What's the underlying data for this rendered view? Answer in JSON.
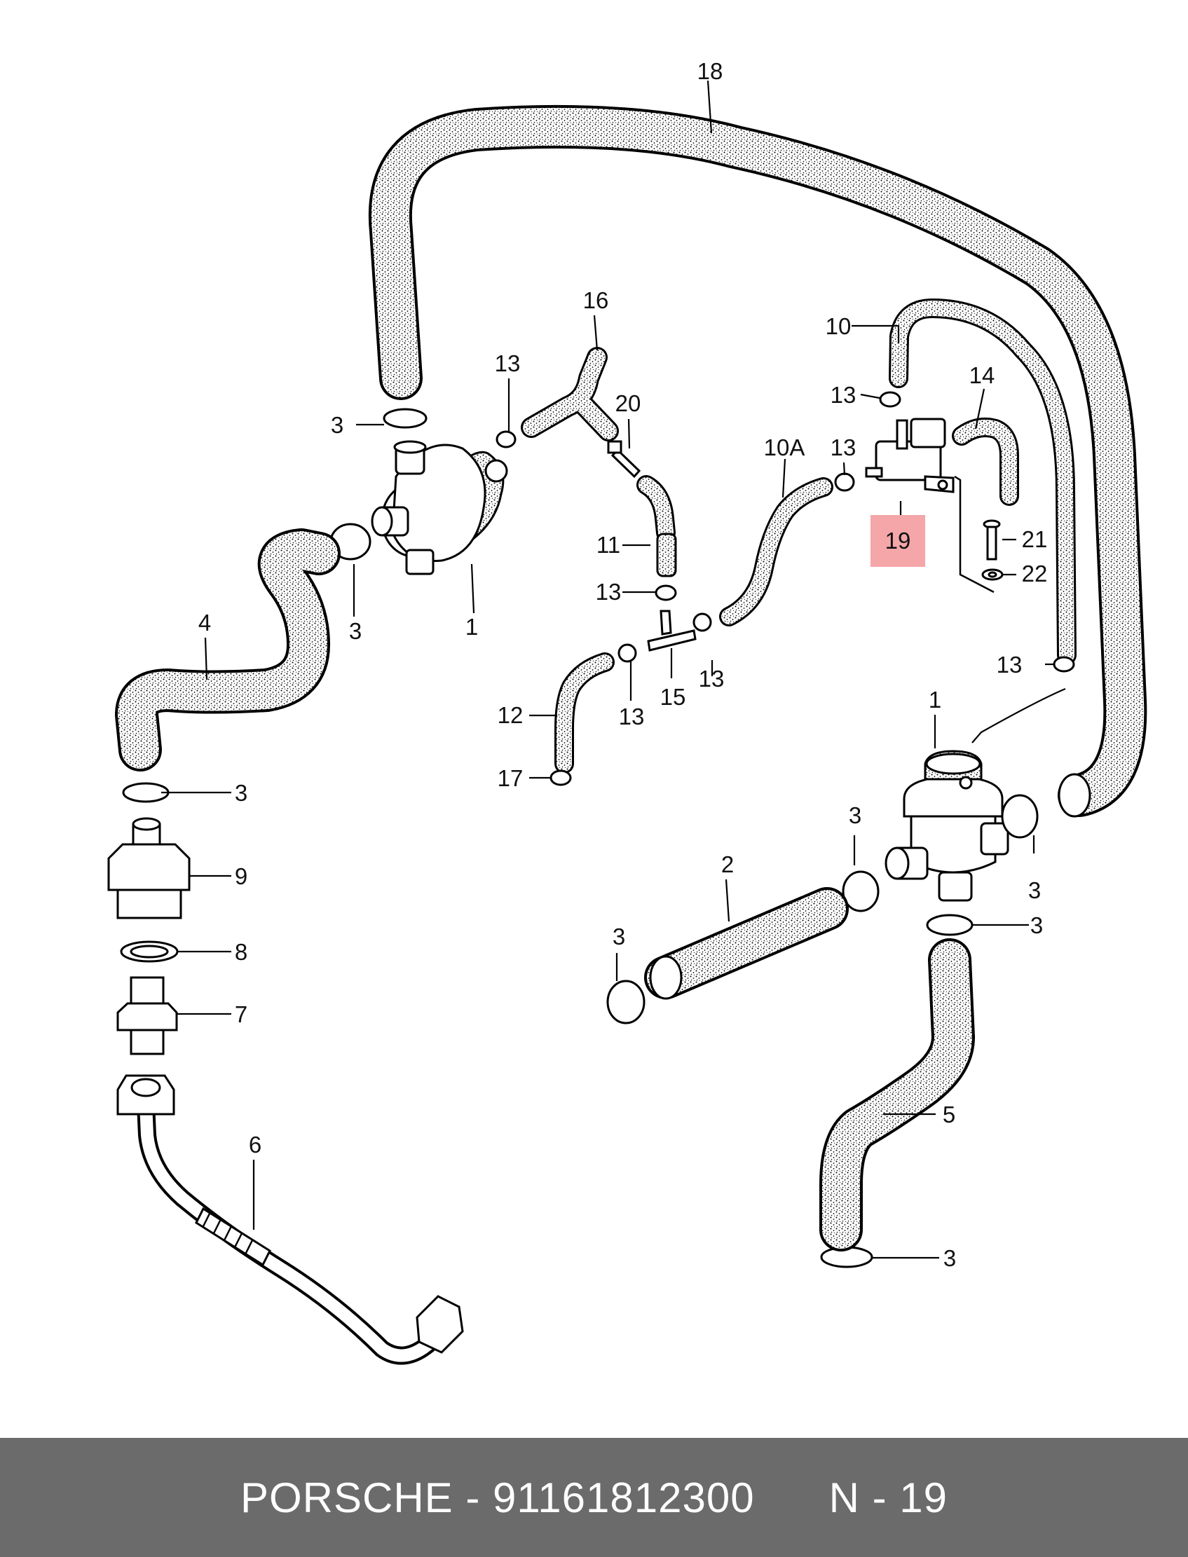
{
  "diagram": {
    "callouts": [
      {
        "id": "c18",
        "text": "18"
      },
      {
        "id": "c16",
        "text": "16"
      },
      {
        "id": "c10",
        "text": "10"
      },
      {
        "id": "c13a",
        "text": "13"
      },
      {
        "id": "c14",
        "text": "14"
      },
      {
        "id": "c20",
        "text": "20"
      },
      {
        "id": "c10A",
        "text": "10A"
      },
      {
        "id": "c13b",
        "text": "13"
      },
      {
        "id": "c13c",
        "text": "13"
      },
      {
        "id": "c3a",
        "text": "3"
      },
      {
        "id": "c19",
        "text": "19"
      },
      {
        "id": "c21",
        "text": "21"
      },
      {
        "id": "c22",
        "text": "22"
      },
      {
        "id": "c11",
        "text": "11"
      },
      {
        "id": "c13d",
        "text": "13"
      },
      {
        "id": "c3b",
        "text": "3"
      },
      {
        "id": "c1a",
        "text": "1"
      },
      {
        "id": "c4",
        "text": "4"
      },
      {
        "id": "c13e",
        "text": "13"
      },
      {
        "id": "c13f",
        "text": "13"
      },
      {
        "id": "c15",
        "text": "15"
      },
      {
        "id": "c13g",
        "text": "13"
      },
      {
        "id": "c12",
        "text": "12"
      },
      {
        "id": "c17",
        "text": "17"
      },
      {
        "id": "c1b",
        "text": "1"
      },
      {
        "id": "c3c",
        "text": "3"
      },
      {
        "id": "c3d",
        "text": "3"
      },
      {
        "id": "c9",
        "text": "9"
      },
      {
        "id": "c2",
        "text": "2"
      },
      {
        "id": "c3e",
        "text": "3"
      },
      {
        "id": "c3f",
        "text": "3"
      },
      {
        "id": "c8",
        "text": "8"
      },
      {
        "id": "c3g",
        "text": "3"
      },
      {
        "id": "c7",
        "text": "7"
      },
      {
        "id": "c5",
        "text": "5"
      },
      {
        "id": "c6",
        "text": "6"
      },
      {
        "id": "c3h",
        "text": "3"
      }
    ],
    "highlight_color": "#f4a6a8"
  },
  "footer": {
    "brand": "PORSCHE",
    "separator": "-",
    "part_number": "91161812300",
    "position_label": "N - 19",
    "background": "#6b6b6b"
  }
}
